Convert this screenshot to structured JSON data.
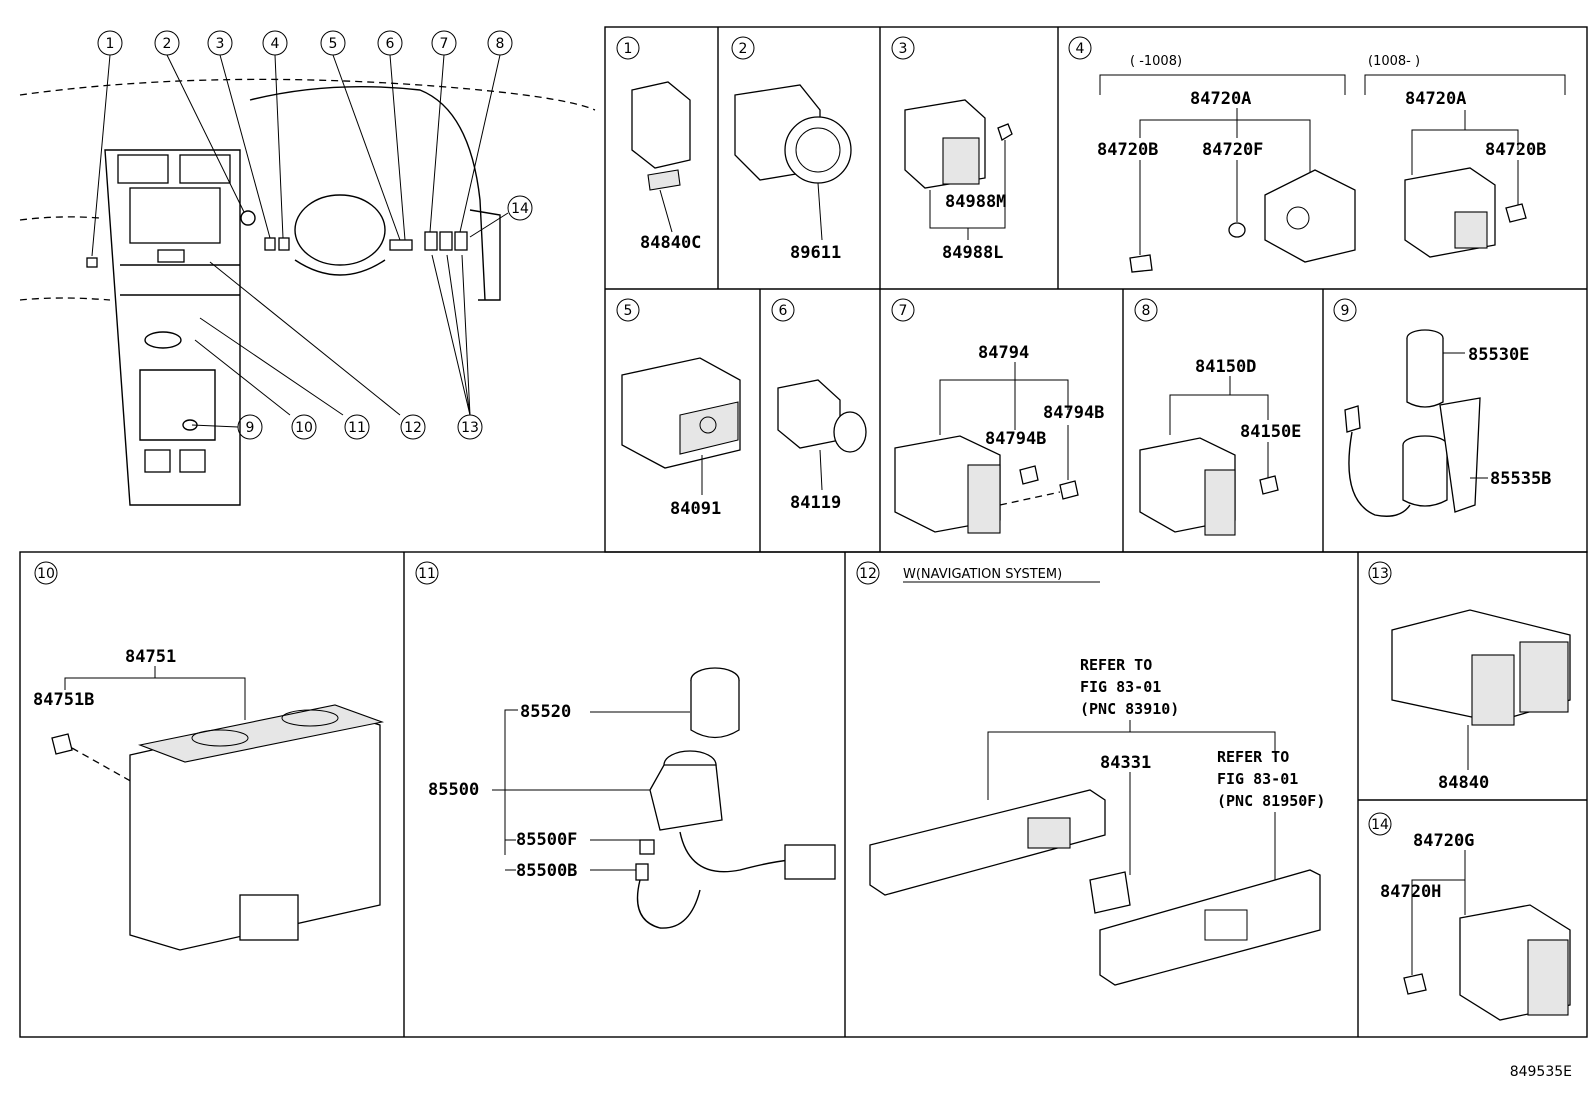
{
  "overview": {
    "callouts": [
      "1",
      "2",
      "3",
      "4",
      "5",
      "6",
      "7",
      "8",
      "9",
      "10",
      "11",
      "12",
      "13",
      "14"
    ]
  },
  "panels": {
    "p1": {
      "index": "1",
      "parts": [
        "84840C"
      ]
    },
    "p2": {
      "index": "2",
      "parts": [
        "89611"
      ]
    },
    "p3": {
      "index": "3",
      "parts": [
        "84988M",
        "84988L"
      ]
    },
    "p4": {
      "index": "4",
      "range_left": "(    -1008)",
      "range_right": "(1008-     )",
      "parts": [
        "84720A",
        "84720B",
        "84720F",
        "84720A",
        "84720B"
      ]
    },
    "p5": {
      "index": "5",
      "parts": [
        "84091"
      ]
    },
    "p6": {
      "index": "6",
      "parts": [
        "84119"
      ]
    },
    "p7": {
      "index": "7",
      "parts": [
        "84794",
        "84794B",
        "84794B"
      ]
    },
    "p8": {
      "index": "8",
      "parts": [
        "84150D",
        "84150E"
      ]
    },
    "p9": {
      "index": "9",
      "parts": [
        "85530E",
        "85535B"
      ]
    },
    "p10": {
      "index": "10",
      "parts": [
        "84751",
        "84751B"
      ]
    },
    "p11": {
      "index": "11",
      "parts": [
        "85520",
        "85500",
        "85500F",
        "85500B"
      ]
    },
    "p12": {
      "index": "12",
      "header": "W(NAVIGATION SYSTEM)",
      "parts": [
        "84331"
      ],
      "ref1": [
        "REFER TO",
        "FIG 83-01",
        "(PNC 83910)"
      ],
      "ref2": [
        "REFER TO",
        "FIG 83-01",
        "(PNC 81950F)"
      ]
    },
    "p13": {
      "index": "13",
      "parts": [
        "84840"
      ]
    },
    "p14": {
      "index": "14",
      "parts": [
        "84720G",
        "84720H"
      ]
    }
  },
  "reference_code": "849535E"
}
